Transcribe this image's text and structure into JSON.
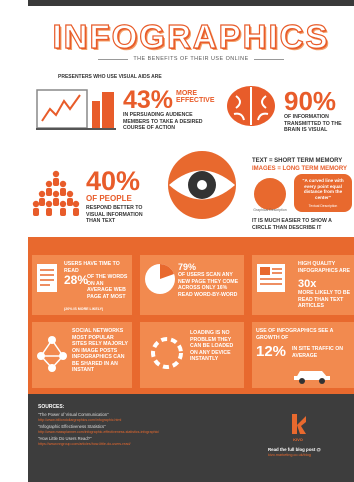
{
  "header": {
    "title": "INFOGRAPHICS",
    "subtitle": "THE BENEFITS OF THEIR USE ONLINE"
  },
  "stat_presenters": {
    "intro": "PRESENTERS WHO USE VISUAL AIDS ARE",
    "value": "43%",
    "unit_line1": "MORE",
    "unit_line2": "EFFECTIVE",
    "detail": "IN PERSUADING AUDIENCE MEMBERS TO TAKE A DESIRED COURSE OF ACTION"
  },
  "stat_brain": {
    "value": "90%",
    "detail": "OF INFORMATION TRANSMITTED TO THE BRAIN IS VISUAL"
  },
  "stat_people": {
    "value": "40%",
    "unit": "OF PEOPLE",
    "detail": "RESPOND BETTER TO VISUAL INFORMATION THAN TEXT"
  },
  "memory": {
    "line1": "TEXT = SHORT TERM MEMORY",
    "line2": "IMAGES = LONG TERM MEMORY",
    "quote": "\"A curved line with every point equal distance from the center\"",
    "quote_caption": "Textual Description",
    "graphic_caption": "Graphical Description",
    "note": "IT IS MUCH EASIER TO SHOW A CIRCLE THAN DESCRIBE IT"
  },
  "card_reading": {
    "line1": "USERS HAVE TIME TO READ",
    "value": "28%",
    "line2": "OF THE WORDS ON AN AVERAGE WEB PAGE AT MOST",
    "note": "(20% IS MORE LIKELY)"
  },
  "card_scan": {
    "value": "79%",
    "detail": "OF USERS SCAN ANY NEW PAGE THEY COME ACROSS ONLY 16% READ WORD-BY-WORD"
  },
  "card_quality": {
    "line1": "HIGH QUALITY INFOGRAPHICS ARE",
    "value": "30x",
    "line2": "MORE LIKELY TO BE READ THAN TEXT ARTICLES"
  },
  "card_social": {
    "text": "SOCIAL NETWORKS MOST POPULAR SITES RELY MAJORLY ON IMAGE POSTS INFOGRAPHICS CAN BE SHARED IN AN INSTANT"
  },
  "card_loading": {
    "text": "LOADING IS NO PROBLEM THEY CAN BE LOADED ON ANY DEVICE INSTANTLY"
  },
  "card_traffic": {
    "line1": "USE OF INFOGRAPHICS SEE A GROWTH OF",
    "value": "12%",
    "line2": "IN SITE TRAFFIC ON AVERAGE"
  },
  "sources": {
    "heading": "SOURCES:",
    "items": [
      {
        "title": "\"The Power of Visual Communication\"",
        "link": "http://www.billiondollargraphics.com/infographic.html"
      },
      {
        "title": "\"Infographic Effectiveness Statistics\"",
        "link": "http://www.massplanner.com/infographic-effectiveness-statistics-infographic/"
      },
      {
        "title": "\"How Little Do Users Read?\"",
        "link": "https://www.nngroup.com/articles/how-little-do-users-read/"
      }
    ],
    "brand": "KIVO",
    "cta": "Read the full blog post @",
    "cta_link": "kivo.marketing.co.uk/blog"
  },
  "colors": {
    "accent": "#e85c2a",
    "band": "#e8692e",
    "card": "#f28a4f",
    "dark": "#3d3d3d"
  }
}
